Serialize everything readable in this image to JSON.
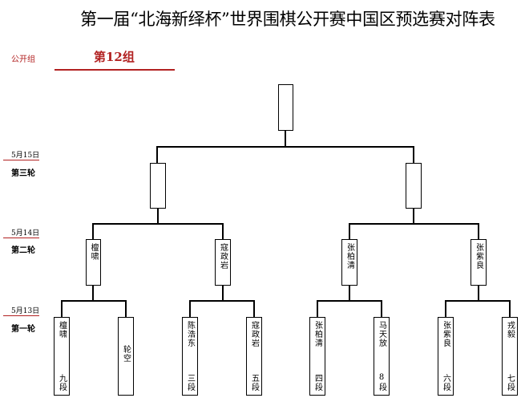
{
  "title": "第一届“北海新绎杯”世界围棋公开赛中国区预选赛对阵表",
  "group": {
    "category": "公开组",
    "name": "第12组"
  },
  "rounds": [
    {
      "date": "5月15日",
      "name": "第三轮"
    },
    {
      "date": "5月14日",
      "name": "第二轮"
    },
    {
      "date": "5月13日",
      "name": "第一轮"
    }
  ],
  "final": {
    "name": "",
    "rank": ""
  },
  "semifinal": [
    {
      "name": "",
      "rank": ""
    },
    {
      "name": "",
      "rank": ""
    }
  ],
  "round2": [
    {
      "name": "檀啸",
      "rank": ""
    },
    {
      "name": "寇政岩",
      "rank": ""
    },
    {
      "name": "张柏清",
      "rank": ""
    },
    {
      "name": "张紫良",
      "rank": ""
    }
  ],
  "players": [
    {
      "name": "檀啸",
      "rank": "九段"
    },
    {
      "name": "轮空",
      "rank": ""
    },
    {
      "name": "陈浩东",
      "rank": "三段"
    },
    {
      "name": "寇政岩",
      "rank": "五段"
    },
    {
      "name": "张柏清",
      "rank": "四段"
    },
    {
      "name": "马天放",
      "rank": "8段"
    },
    {
      "name": "张紫良",
      "rank": "六段"
    },
    {
      "name": "戎毅",
      "rank": "七段"
    }
  ],
  "colors": {
    "accent": "#b22222",
    "line": "#000000"
  }
}
